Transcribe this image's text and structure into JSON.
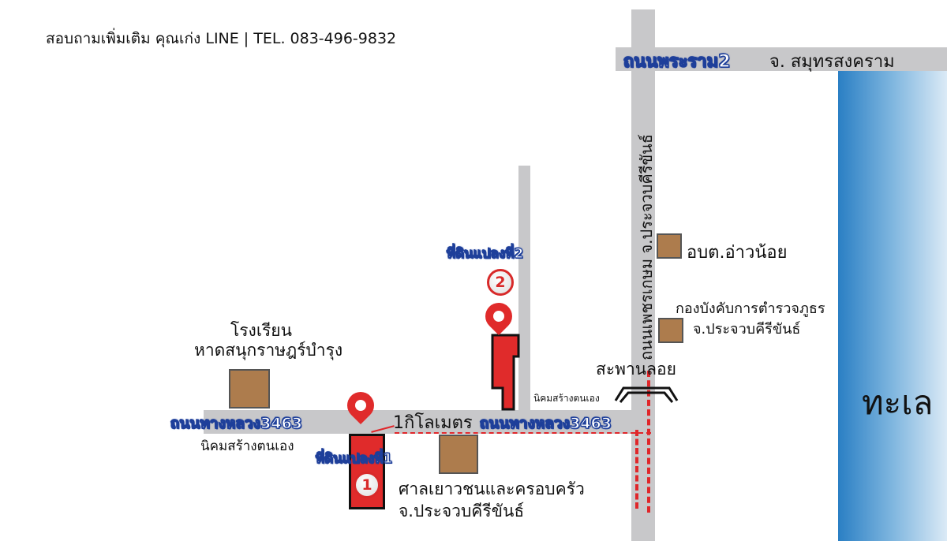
{
  "header": {
    "contact": "สอบถามเพิ่มเติม คุณเก่ง  LINE | TEL. 083-496-9832"
  },
  "roads": {
    "rama2": "ถนนพระราม2",
    "rama2_province": "จ. สมุทรสงคราม",
    "phetkasem": "ถนนเพชรเกษม  จ.ประจวบคีรีขันธ์",
    "highway_left": "ถนนทางหลวง3463",
    "highway_right": "ถนนทางหลวง3463",
    "distance": "1กิโลเมตร"
  },
  "places": {
    "school_1": "โรงเรียน",
    "school_2": "หาดสนุกราษฎร์บำรุง",
    "nikhom_left": "นิคมสร้างตนเอง",
    "nikhom_right": "นิคมสร้างตนเอง",
    "court_1": "ศาลเยาวชนและครอบครัว",
    "court_2": "จ.ประจวบคีรีขันธ์",
    "obt": "อบต.อ่าวน้อย",
    "police_1": "กองบังคับการตำรวจภูธร",
    "police_2": "จ.ประจวบคีรีขันธ์",
    "bridge": "สะพานลอย",
    "sea": "ทะเล"
  },
  "plots": {
    "plot1": "ที่ดินแปลงที่1",
    "plot1_num": "1",
    "plot2": "ที่ดินแปลงที่2",
    "plot2_num": "2"
  },
  "colors": {
    "road": "#c8c8ca",
    "plot": "#e02b2b",
    "building": "#ad7c4d",
    "sea": "#2a7fc4",
    "label_blue": "#1e3f9a"
  }
}
